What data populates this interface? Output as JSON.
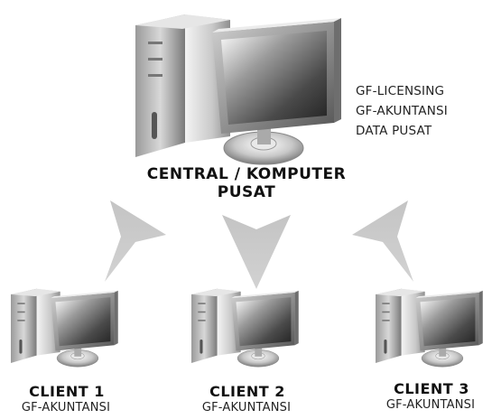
{
  "central": {
    "label": "CENTRAL / KOMPUTER PUSAT",
    "info": [
      "GF-LICENSING",
      "GF-AKUNTANSI",
      "DATA PUSAT"
    ]
  },
  "clients": [
    {
      "name": "CLIENT 1",
      "app": "GF-AKUNTANSI"
    },
    {
      "name": "CLIENT 2",
      "app": "GF-AKUNTANSI"
    },
    {
      "name": "CLIENT 3",
      "app": "GF-AKUNTANSI"
    }
  ],
  "icons": {
    "computer": "desktop-computer-icon",
    "arrow": "arrow-down-icon"
  }
}
